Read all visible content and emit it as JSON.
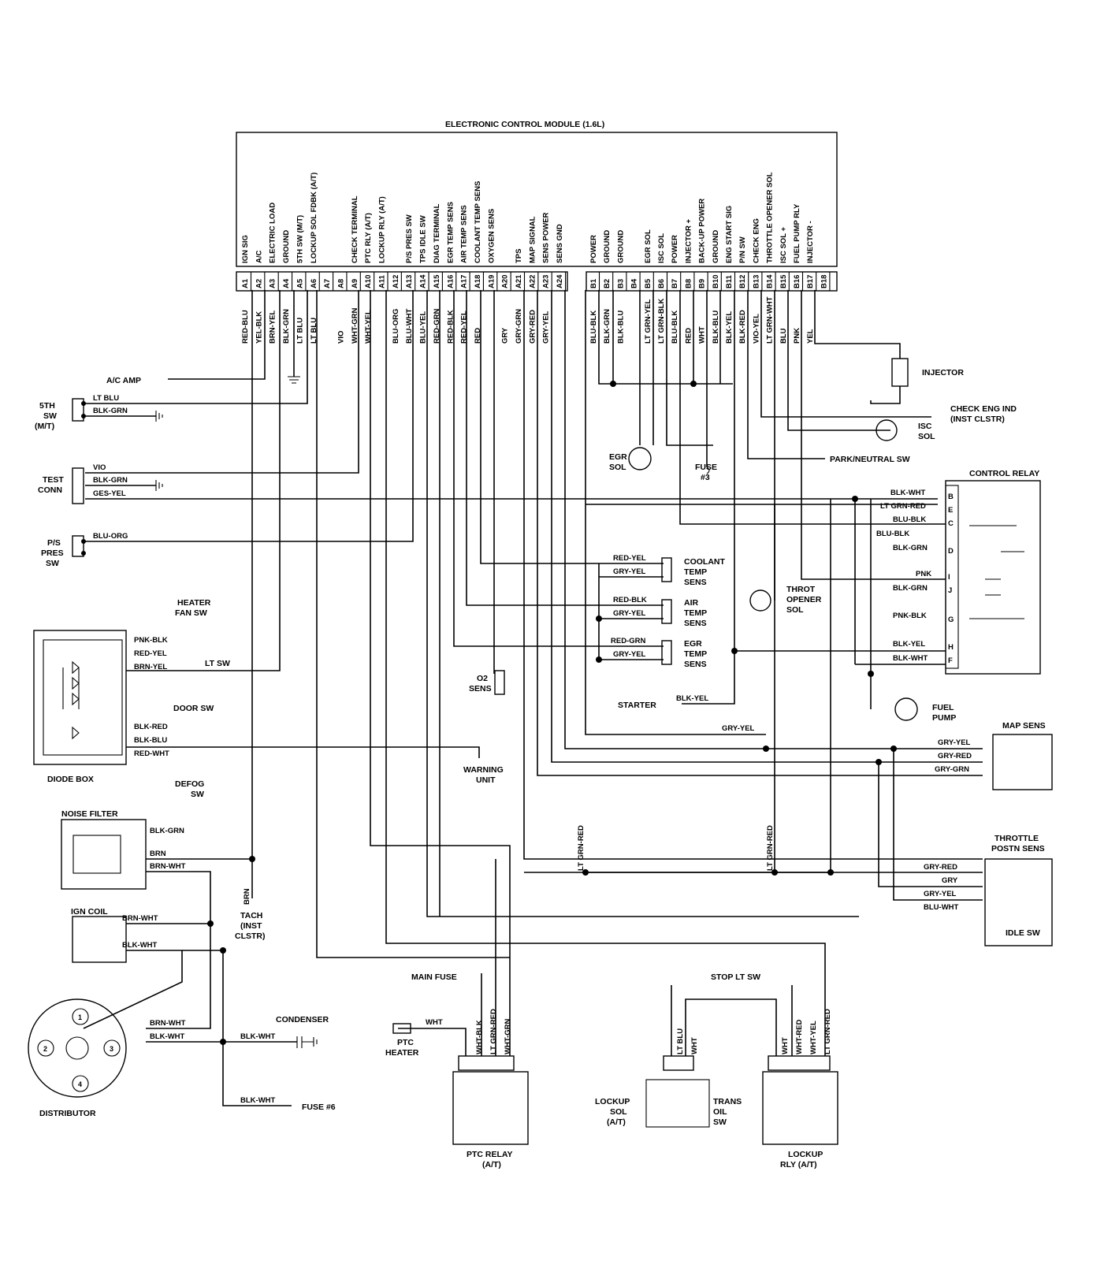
{
  "ecm": {
    "title": "ELECTRONIC CONTROL MODULE (1.6L)",
    "a_functions": [
      "IGN SIG",
      "A/C",
      "ELECTRIC LOAD",
      "GROUND",
      "5TH SW (M/T)",
      "LOCKUP SOL FDBK (A/T)",
      "",
      "",
      "CHECK TERMINAL",
      "PTC RLY (A/T)",
      "LOCKUP RLY (A/T)",
      "",
      "P/S PRES SW",
      "TPS IDLE SW",
      "DIAG TERMINAL",
      "EGR TEMP SENS",
      "AIR TEMP SENS",
      "COOLANT TEMP SENS",
      "OXYGEN SENS",
      "",
      "TPS",
      "MAP SIGNAL",
      "SENS POWER",
      "SENS GND"
    ],
    "a_pins": [
      "A1",
      "A2",
      "A3",
      "A4",
      "A5",
      "A6",
      "A7",
      "A8",
      "A9",
      "A10",
      "A11",
      "A12",
      "A13",
      "A14",
      "A15",
      "A16",
      "A17",
      "A18",
      "A19",
      "A20",
      "A21",
      "A22",
      "A23",
      "A24"
    ],
    "a_wires": [
      "RED-BLU",
      "YEL-BLK",
      "BRN-YEL",
      "BLK-GRN",
      "LT BLU",
      "LT BLU",
      "",
      "VIO",
      "WHT-GRN",
      "WHT-YEL",
      "",
      "BLU-ORG",
      "BLU-WHT",
      "BLU-YEL",
      "RED-GRN",
      "RED-BLK",
      "RED-YEL",
      "RED",
      "",
      "GRY",
      "GRY-GRN",
      "GRY-RED",
      "GRY-YEL",
      ""
    ],
    "b_functions": [
      "POWER",
      "GROUND",
      "GROUND",
      "",
      "EGR SOL",
      "ISC SOL",
      "POWER",
      "INJECTOR +",
      "BACK-UP POWER",
      "GROUND",
      "ENG START SIG",
      "P/N SW",
      "CHECK ENG",
      "THROTTLE OPENER SOL",
      "ISC SOL +",
      "FUEL PUMP RLY",
      "INJECTOR -",
      ""
    ],
    "b_pins": [
      "B1",
      "B2",
      "B3",
      "B4",
      "B5",
      "B6",
      "B7",
      "B8",
      "B9",
      "B10",
      "B11",
      "B12",
      "B13",
      "B14",
      "B15",
      "B16",
      "B17",
      "B18"
    ],
    "b_wires": [
      "BLU-BLK",
      "BLK-GRN",
      "BLK-BLU",
      "",
      "LT GRN-YEL",
      "LT GRN-BLK",
      "BLU-BLK",
      "RED",
      "WHT",
      "BLK-BLU",
      "BLK-YEL",
      "BLK-RED",
      "VIO-YEL",
      "LT GRN-WHT",
      "BLU",
      "PNK",
      "YEL",
      ""
    ]
  },
  "labels": {
    "ac_amp": "A/C AMP",
    "sw5_line1": "5TH",
    "sw5_line2": "SW",
    "sw5_line3": "(M/T)",
    "w_ltblu": "LT BLU",
    "w_blkgrn": "BLK-GRN",
    "test_line1": "TEST",
    "test_line2": "CONN",
    "w_vio": "VIO",
    "w_gesyel": "GES-YEL",
    "ps_line1": "P/S",
    "ps_line2": "PRES",
    "ps_line3": "SW",
    "w_bluorg": "BLU-ORG",
    "heater_line1": "HEATER",
    "heater_line2": "FAN SW",
    "w_pnkblk": "PNK-BLK",
    "w_redyel": "RED-YEL",
    "w_brnyel": "BRN-YEL",
    "lt_sw": "LT SW",
    "door_sw": "DOOR SW",
    "w_blkred": "BLK-RED",
    "w_blkblu": "BLK-BLU",
    "w_redwht": "RED-WHT",
    "diode_box": "DIODE BOX",
    "defog_line1": "DEFOG",
    "defog_line2": "SW",
    "warning_line1": "WARNING",
    "warning_line2": "UNIT",
    "noise_filter": "NOISE FILTER",
    "w_brn": "BRN",
    "w_brnwht": "BRN-WHT",
    "tach_line1": "TACH",
    "tach_line2": "(INST",
    "tach_line3": "CLSTR)",
    "ign_coil": "IGN COIL",
    "w_blkwht": "BLK-WHT",
    "condenser": "CONDENSER",
    "fuse6": "FUSE #6",
    "distributor": "DISTRIBUTOR",
    "dist_1": "1",
    "dist_2": "2",
    "dist_3": "3",
    "dist_4": "4",
    "injector": "INJECTOR",
    "check_eng_line1": "CHECK ENG IND",
    "check_eng_line2": "(INST CLSTR)",
    "isc_line1": "ISC",
    "isc_line2": "SOL",
    "egr_line1": "EGR",
    "egr_line2": "SOL",
    "fuse3_line1": "FUSE",
    "fuse3_line2": "#3",
    "park_neutral": "PARK/NEUTRAL SW",
    "control_relay": "CONTROL RELAY",
    "w_blkwht2": "BLK-WHT",
    "w_ltgrnred": "LT GRN-RED",
    "w_blublk": "BLU-BLK",
    "w_blublk2": "BLU-BLK",
    "w_blkgrn2": "BLK-GRN",
    "w_pnk": "PNK",
    "w_blkgrn3": "BLK-GRN",
    "w_pnkblk2": "PNK-BLK",
    "w_blkyel": "BLK-YEL",
    "w_blkwht3": "BLK-WHT",
    "relay_pins": [
      "B",
      "E",
      "C",
      "D",
      "I",
      "J",
      "G",
      "H",
      "F"
    ],
    "coolant_line1": "COOLANT",
    "coolant_line2": "TEMP",
    "coolant_line3": "SENS",
    "air_line1": "AIR",
    "air_line2": "TEMP",
    "air_line3": "SENS",
    "egrtemp_line1": "EGR",
    "egrtemp_line2": "TEMP",
    "egrtemp_line3": "SENS",
    "w_redyel2": "RED-YEL",
    "w_gryyel": "GRY-YEL",
    "w_redblk": "RED-BLK",
    "w_gryyel2": "GRY-YEL",
    "w_redgrn": "RED-GRN",
    "w_gryyel3": "GRY-YEL",
    "throt_line1": "THROT",
    "throt_line2": "OPENER",
    "throt_line3": "SOL",
    "o2_line1": "O2",
    "o2_line2": "SENS",
    "starter": "STARTER",
    "w_blkyel2": "BLK-YEL",
    "fuel_line1": "FUEL",
    "fuel_line2": "PUMP",
    "map_sens": "MAP SENS",
    "w_gryyel4": "GRY-YEL",
    "w_gryyel5": "GRY-YEL",
    "w_gryred": "GRY-RED",
    "w_grygrn": "GRY-GRN",
    "tps_line1": "THROTTLE",
    "tps_line2": "POSTN SENS",
    "w_gryred2": "GRY-RED",
    "w_gry": "GRY",
    "w_gryyel6": "GRY-YEL",
    "w_bluwht": "BLU-WHT",
    "idle_sw": "IDLE SW",
    "w_ltgrnred_v1": "LT GRN-RED",
    "w_ltgrnred_v2": "LT GRN-RED",
    "main_fuse": "MAIN FUSE",
    "ptc_line1": "PTC",
    "ptc_line2": "HEATER",
    "w_wht": "WHT",
    "w_whtblk": "WHT-BLK",
    "w_ltgrnred3": "LT GRN-RED",
    "w_whtgrn": "WHT-GRN",
    "ptc_relay_line1": "PTC RELAY",
    "ptc_relay_line2": "(A/T)",
    "stop_lt": "STOP LT SW",
    "w_ltblu2": "LT BLU",
    "w_wht2": "WHT",
    "lockup_line1": "LOCKUP",
    "lockup_line2": "SOL",
    "lockup_line3": "(A/T)",
    "trans_line1": "TRANS",
    "trans_line2": "OIL",
    "trans_line3": "SW",
    "w_wht3": "WHT",
    "w_whtred": "WHT-RED",
    "w_whtyel": "WHT-YEL",
    "w_ltgrnred4": "LT GRN-RED",
    "lockup_rly_line1": "LOCKUP",
    "lockup_rly_line2": "RLY (A/T)"
  }
}
